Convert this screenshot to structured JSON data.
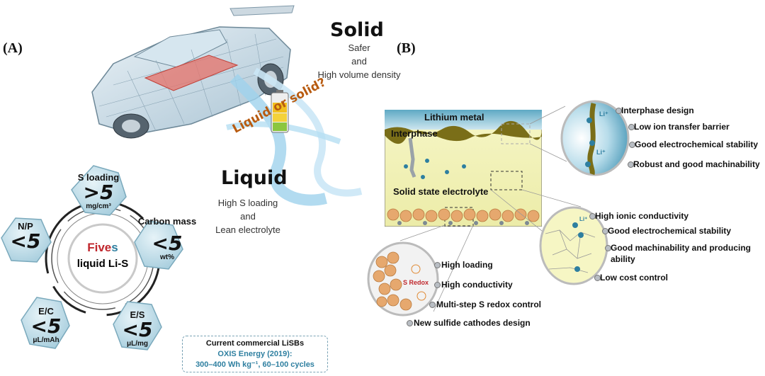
{
  "panel_a": {
    "label": "(A)",
    "solid": {
      "title": "Solid",
      "line1": "Safer",
      "line2": "and",
      "line3": "High volume density"
    },
    "liquid": {
      "title": "Liquid",
      "line1": "High S loading",
      "line2": "and",
      "line3": "Lean electrolyte"
    },
    "swirl_text": "Liquid or solid?",
    "center": {
      "fives_red": "Five",
      "fives_blue": "s",
      "subtitle": "liquid Li-S"
    },
    "hexagons": {
      "s_loading": {
        "label": "S loading",
        "value": ">5",
        "unit": "mg/cm³"
      },
      "carbon": {
        "label": "Carbon mass",
        "value": "<5",
        "unit": "wt%"
      },
      "np": {
        "label": "N/P",
        "value": "<5"
      },
      "ec": {
        "label": "E/C",
        "value": "<5",
        "unit": "μL/mAh"
      },
      "es": {
        "label": "E/S",
        "value": "<5",
        "unit": "μL/mg"
      }
    },
    "commercial": {
      "title": "Current commercial LiSBs",
      "line1": "OXIS Energy (2019):",
      "line2": "300–400 Wh kg⁻¹, 60–100  cycles"
    }
  },
  "panel_b": {
    "label": "(B)",
    "lithium_metal": "Lithium metal",
    "interphase": "Interphase",
    "electrolyte": "Solid state electrolyte",
    "li_ion": "Li⁺",
    "s_redox": "S Redox",
    "interphase_callouts": [
      "Interphase design",
      "Low ion transfer barrier",
      "Good electrochemical stability",
      "Robust and good machinability"
    ],
    "electrolyte_callouts": [
      "High ionic conductivity",
      "Good electrochemical stability",
      "Good machinability and producing",
      "ability",
      "Low cost control"
    ],
    "cathode_callouts": [
      "High loading",
      "High conductivity",
      "Multi-step S redox control",
      "New sulfide  cathodes design"
    ]
  },
  "colors": {
    "teal": "#2e7fa0",
    "red": "#c0272d",
    "hex_fill": "#bcdde9",
    "olive": "#7a6e18",
    "orange": "#e08a35"
  }
}
